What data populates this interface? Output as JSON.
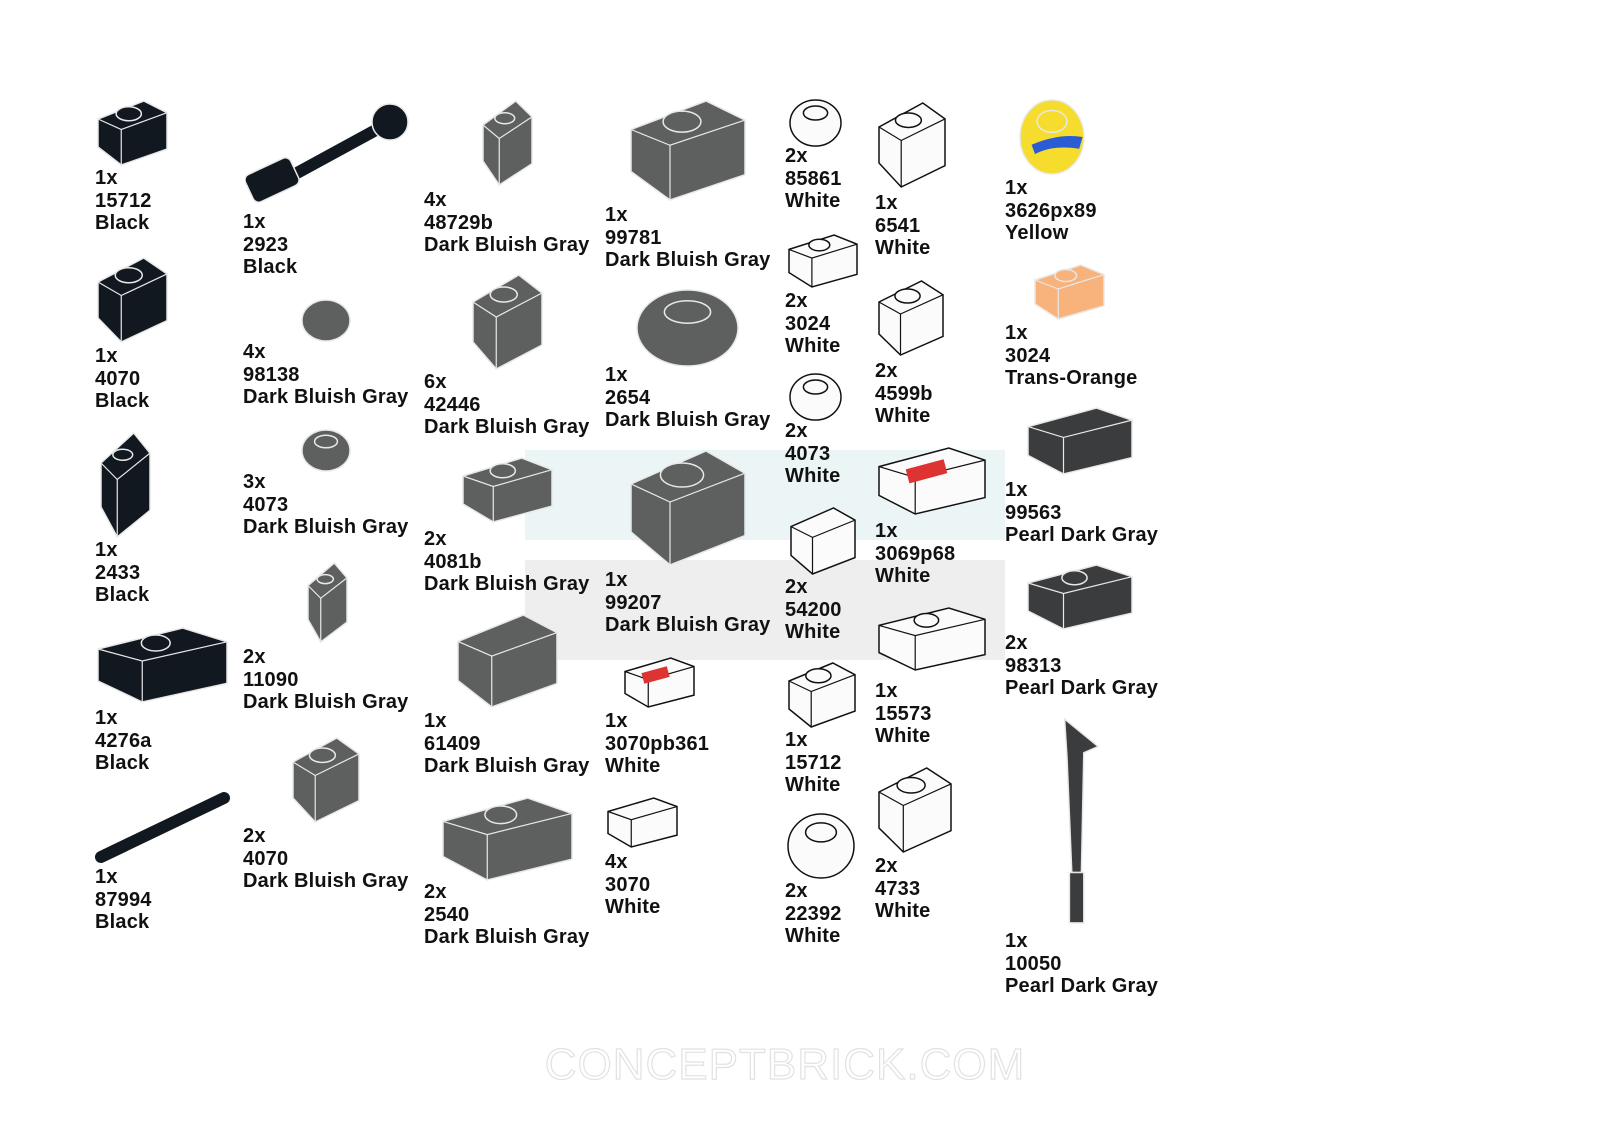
{
  "colors": {
    "Black": "#111820",
    "Dark Bluish Gray": "#5d605e",
    "White": "#fbfbfb",
    "Yellow": "#f6dc2c",
    "Trans-Orange": "#f8b27c",
    "Pearl Dark Gray": "#3b3c3d"
  },
  "parts": [
    {
      "qty": "1x",
      "part": "15712",
      "color": "Black",
      "icon": "clip-plate-icon"
    },
    {
      "qty": "1x",
      "part": "4070",
      "color": "Black",
      "icon": "headlight-brick-icon"
    },
    {
      "qty": "1x",
      "part": "2433",
      "color": "Black",
      "icon": "hinge-stand-icon"
    },
    {
      "qty": "1x",
      "part": "4276a",
      "color": "Black",
      "icon": "hinge-plate-icon"
    },
    {
      "qty": "1x",
      "part": "87994",
      "color": "Black",
      "icon": "bar-icon"
    },
    {
      "qty": "1x",
      "part": "2923",
      "color": "Black",
      "icon": "bar-with-clips-icon"
    },
    {
      "qty": "4x",
      "part": "98138",
      "color": "Dark Bluish Gray",
      "icon": "round-tile-icon"
    },
    {
      "qty": "3x",
      "part": "4073",
      "color": "Dark Bluish Gray",
      "icon": "round-plate-icon"
    },
    {
      "qty": "2x",
      "part": "11090",
      "color": "Dark Bluish Gray",
      "icon": "bar-holder-clip-icon"
    },
    {
      "qty": "2x",
      "part": "4070",
      "color": "Dark Bluish Gray",
      "icon": "headlight-brick-icon"
    },
    {
      "qty": "4x",
      "part": "48729b",
      "color": "Dark Bluish Gray",
      "icon": "bar-holder-icon"
    },
    {
      "qty": "6x",
      "part": "42446",
      "color": "Dark Bluish Gray",
      "icon": "bracket-icon"
    },
    {
      "qty": "2x",
      "part": "4081b",
      "color": "Dark Bluish Gray",
      "icon": "plate-with-clip-icon"
    },
    {
      "qty": "1x",
      "part": "61409",
      "color": "Dark Bluish Gray",
      "icon": "grille-slope-icon"
    },
    {
      "qty": "2x",
      "part": "2540",
      "color": "Dark Bluish Gray",
      "icon": "plate-with-handle-icon"
    },
    {
      "qty": "1x",
      "part": "99781",
      "color": "Dark Bluish Gray",
      "icon": "bracket-icon"
    },
    {
      "qty": "1x",
      "part": "2654",
      "color": "Dark Bluish Gray",
      "icon": "round-plate-icon"
    },
    {
      "qty": "1x",
      "part": "99207",
      "color": "Dark Bluish Gray",
      "icon": "bracket-icon"
    },
    {
      "qty": "1x",
      "part": "3070pb361",
      "color": "White",
      "icon": "printed-tile-icon"
    },
    {
      "qty": "4x",
      "part": "3070",
      "color": "White",
      "icon": "tile-icon"
    },
    {
      "qty": "2x",
      "part": "85861",
      "color": "White",
      "icon": "round-plate-icon"
    },
    {
      "qty": "2x",
      "part": "3024",
      "color": "White",
      "icon": "plate-icon"
    },
    {
      "qty": "2x",
      "part": "4073",
      "color": "White",
      "icon": "round-plate-icon"
    },
    {
      "qty": "2x",
      "part": "54200",
      "color": "White",
      "icon": "slope-icon"
    },
    {
      "qty": "1x",
      "part": "15712",
      "color": "White",
      "icon": "clip-plate-icon"
    },
    {
      "qty": "2x",
      "part": "22392",
      "color": "White",
      "icon": "dome-icon"
    },
    {
      "qty": "1x",
      "part": "6541",
      "color": "White",
      "icon": "technic-brick-icon"
    },
    {
      "qty": "2x",
      "part": "4599b",
      "color": "White",
      "icon": "tap-icon"
    },
    {
      "qty": "1x",
      "part": "3069p68",
      "color": "White",
      "icon": "printed-tile-icon"
    },
    {
      "qty": "1x",
      "part": "15573",
      "color": "White",
      "icon": "jumper-plate-icon"
    },
    {
      "qty": "2x",
      "part": "4733",
      "color": "White",
      "icon": "studs-sides-brick-icon"
    },
    {
      "qty": "1x",
      "part": "3626px89",
      "color": "Yellow",
      "icon": "minifig-head-icon"
    },
    {
      "qty": "1x",
      "part": "3024",
      "color": "Trans-Orange",
      "icon": "plate-icon"
    },
    {
      "qty": "1x",
      "part": "99563",
      "color": "Pearl Dark Gray",
      "icon": "ingot-icon"
    },
    {
      "qty": "2x",
      "part": "98313",
      "color": "Pearl Dark Gray",
      "icon": "claw-icon"
    },
    {
      "qty": "1x",
      "part": "10050",
      "color": "Pearl Dark Gray",
      "icon": "sword-icon"
    }
  ],
  "footer": {
    "watermark": "CONCEPTBRICK.COM"
  }
}
